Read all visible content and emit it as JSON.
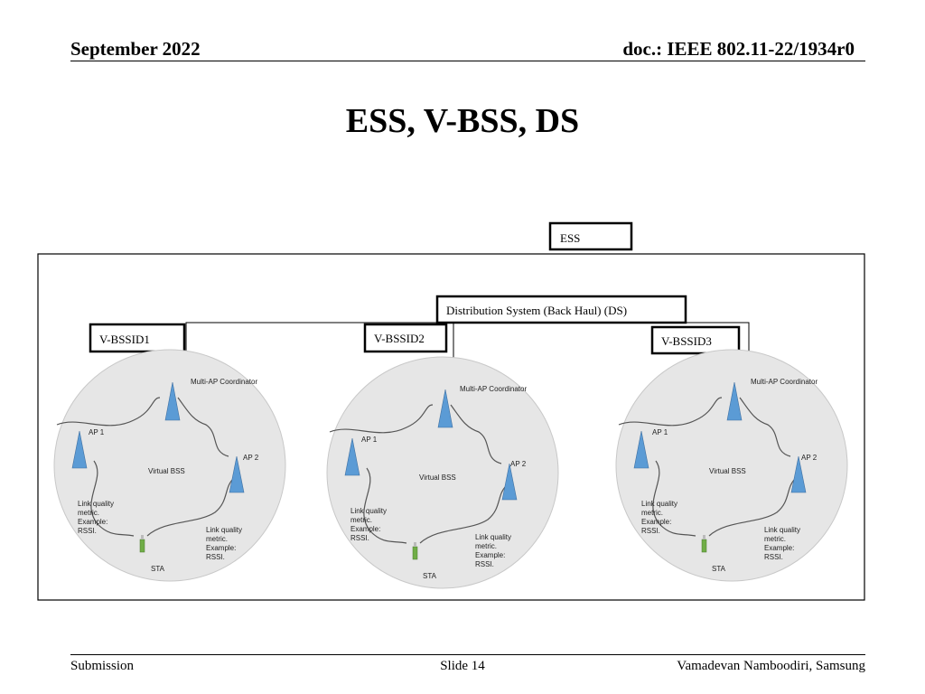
{
  "header": {
    "date": "September 2022",
    "doc": "doc.: IEEE 802.11-22/1934r0"
  },
  "slide_title": "ESS, V-BSS, DS",
  "diagram": {
    "ess_label": "ESS",
    "ds_label": "Distribution System (Back Haul) (DS)",
    "vbss_labels": [
      "V-BSSID1",
      "V-BSSID2",
      "V-BSSID3"
    ],
    "bss": {
      "coordinator_label": "Multi-AP Coordinator",
      "ap1_label": "AP 1",
      "ap2_label": "AP 2",
      "center_label": "Virtual BSS",
      "sta_label": "STA",
      "metric_lines": [
        "Link quality",
        "metric.",
        "Example:",
        "RSSI."
      ]
    },
    "colors": {
      "ap_fill": "#5b9bd5",
      "sta_fill": "#70ad47",
      "circle_fill": "#e6e6e6"
    }
  },
  "footer": {
    "left": "Submission",
    "center": "Slide 14",
    "right": "Vamadevan Namboodiri, Samsung"
  }
}
